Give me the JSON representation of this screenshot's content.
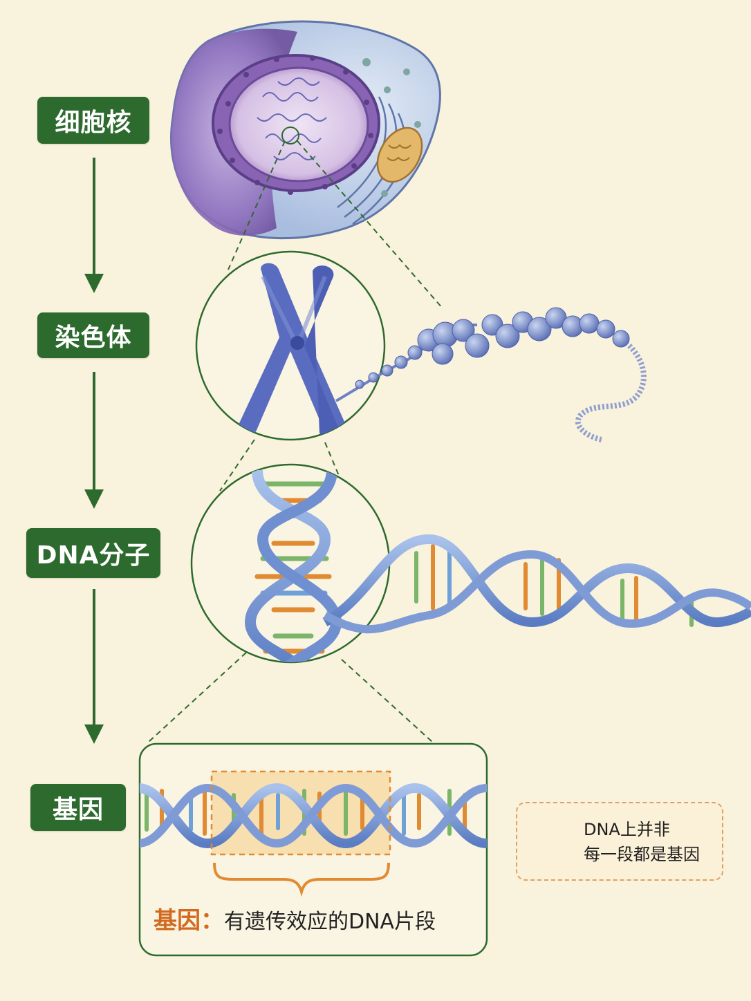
{
  "steps": [
    {
      "label": "细胞核"
    },
    {
      "label": "染色体"
    },
    {
      "label": "DNA分子"
    },
    {
      "label": "基因"
    }
  ],
  "gene_caption": {
    "keyword": "基因",
    "colon": "：",
    "definition": "有遗传效应的DNA片段"
  },
  "warning": {
    "line1": "DNA上并非",
    "line2": "每一段都是基因",
    "icon": "warning-triangle-icon"
  },
  "colors": {
    "label_bg": "#2d6a2d",
    "accent_orange": "#d2691e",
    "strand_blue": "#6f8fd0",
    "nucleus_purple": "#8a64b4",
    "highlight": "#f6d9a4"
  }
}
